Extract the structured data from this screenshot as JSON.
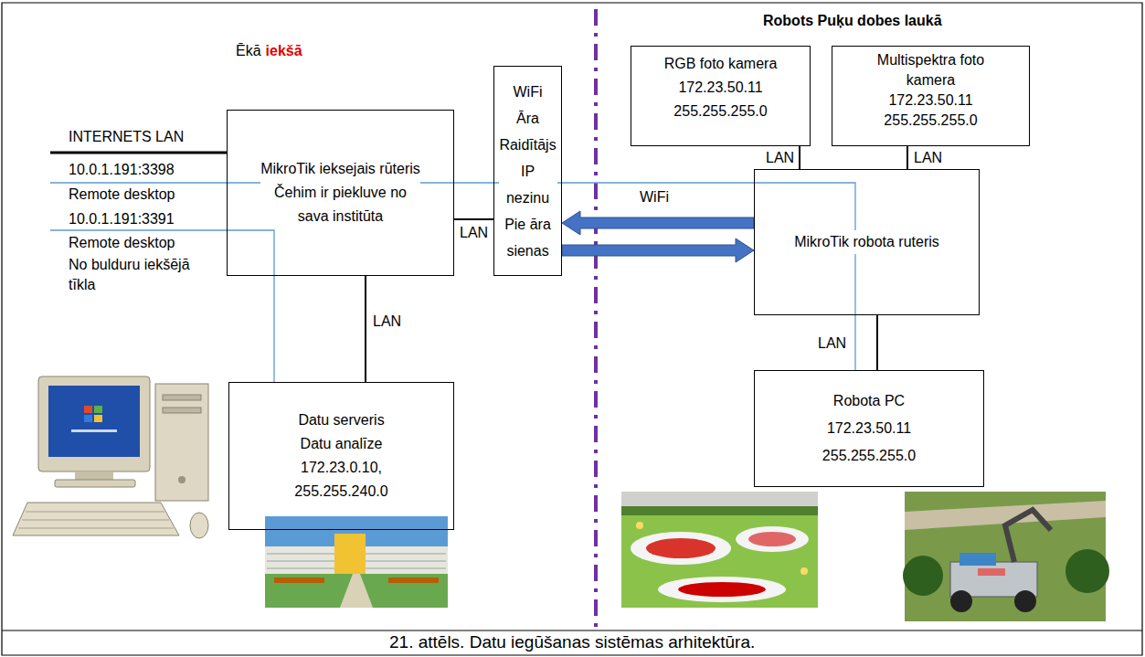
{
  "diagram": {
    "caption": "21. attēls. Datu iegūšanas sistēmas arhitektūra.",
    "nodes": [
      {
        "text": [
          "MikroTik ieksejais rūteris",
          "Čehim ir piekluve no sava institūta"
        ]
      },
      {
        "text": [
          "Datu serveris",
          "Datu analīze",
          "172.23.0.10,",
          "255.255.240.0"
        ]
      },
      {
        "text": [
          "WiFi",
          "Āra Raidītājs",
          "IP nezinu",
          "Pie āra sienas"
        ]
      },
      {
        "text": [
          "RGB foto kamera",
          "172.23.50.11",
          "255.255.255.0"
        ]
      },
      {
        "text": [
          "Multispektra foto kamera",
          "172.23.50.11",
          "255.255.255.0"
        ]
      },
      {
        "text": [
          "MikroTik robota ruteris"
        ]
      },
      {
        "text": [
          "Robota PC",
          "172.23.50.11",
          "255.255.255.0"
        ]
      }
    ],
    "edges": [
      {
        "from": 0,
        "to": 1,
        "label": "LAN",
        "arrow": "none"
      },
      {
        "from": 0,
        "to": 2,
        "label": "LAN",
        "arrow": "none"
      },
      {
        "from": 5,
        "to": 2,
        "label": "WiFi",
        "arrow": "to"
      },
      {
        "from": 2,
        "to": 5,
        "arrow": "to"
      },
      {
        "from": 3,
        "to": 5,
        "label": "LAN",
        "arrow": "none"
      },
      {
        "from": 4,
        "to": 5,
        "label": "LAN",
        "arrow": "none"
      },
      {
        "from": 5,
        "to": 6,
        "label": "LAN",
        "arrow": "none"
      }
    ],
    "labels": [
      "Robots Puķu dobes laukā",
      "Ēkā",
      "iekšā",
      "INTERNETS LAN",
      "10.0.1.191:3398",
      "Remote desktop",
      "10.0.1.191:3391",
      "Remote desktop",
      "No bulduru iekšējā tīkla"
    ]
  }
}
